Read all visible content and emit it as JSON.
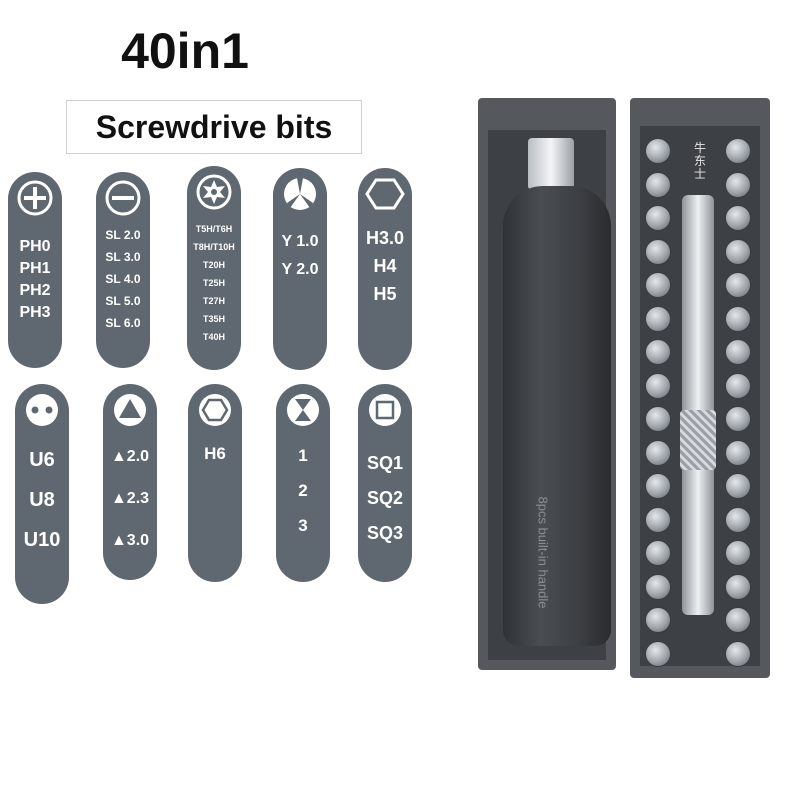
{
  "header": {
    "title": "40in1",
    "subtitle": "Screwdrive bits"
  },
  "pill_color": "#5f6870",
  "bit_groups_row1": [
    {
      "icon": "phillips-icon",
      "labels": [
        "PH0",
        "PH1",
        "PH2",
        "PH3"
      ]
    },
    {
      "icon": "slotted-icon",
      "labels": [
        "SL 2.0",
        "SL 3.0",
        "SL 4.0",
        "SL 5.0",
        "SL 6.0"
      ]
    },
    {
      "icon": "torx-icon",
      "labels": [
        "T5H/T6H",
        "T8H/T10H",
        "T20H",
        "T25H",
        "T27H",
        "T35H",
        "T40H"
      ]
    },
    {
      "icon": "tri-wing-icon",
      "labels": [
        "Y 1.0",
        "Y 2.0"
      ]
    },
    {
      "icon": "hex-icon",
      "labels": [
        "H3.0",
        "H4",
        "H5"
      ]
    }
  ],
  "bit_groups_row2": [
    {
      "icon": "u-type-icon",
      "labels": [
        "U6",
        "U8",
        "U10"
      ]
    },
    {
      "icon": "triangle-icon",
      "labels": [
        "▲2.0",
        "▲2.3",
        "▲3.0"
      ]
    },
    {
      "icon": "hex-socket-icon",
      "labels": [
        "H6"
      ]
    },
    {
      "icon": "hourglass-icon",
      "labels": [
        "1",
        "2",
        "3"
      ]
    },
    {
      "icon": "square-icon",
      "labels": [
        "SQ1",
        "SQ2",
        "SQ3"
      ]
    }
  ],
  "product": {
    "handle_text": "8pcs built-in handle",
    "brand_text": "牛东士"
  }
}
